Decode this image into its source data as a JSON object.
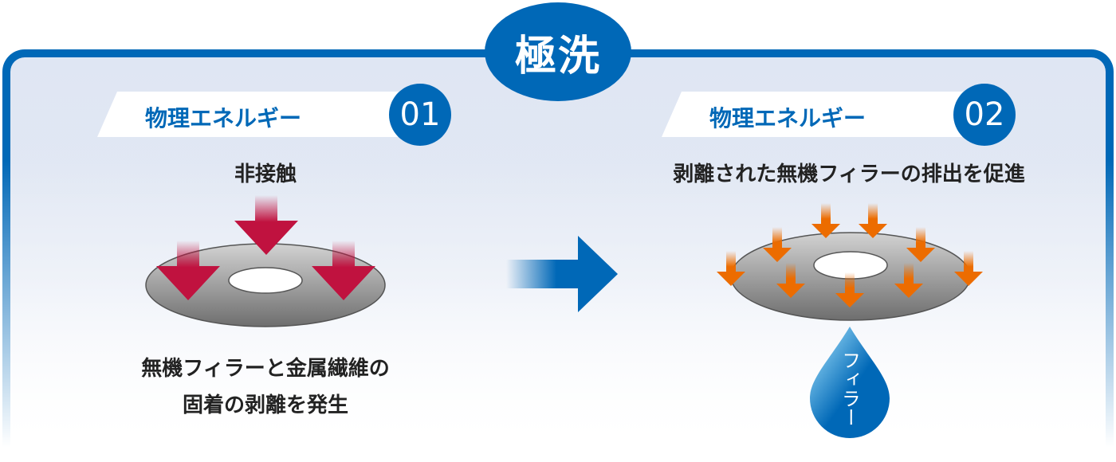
{
  "badge": "極洗",
  "step1": {
    "title": "物理エネルギー",
    "number": "01",
    "caption": "非接触",
    "description_line1": "無機フィラーと金属繊維の",
    "description_line2": "固着の剥離を発生"
  },
  "step2": {
    "title": "物理エネルギー",
    "number": "02",
    "caption": "剥離された無機フィラーの排出を促進",
    "drop_label": "フィラー"
  },
  "colors": {
    "brand": "#0068b7",
    "red_arrow": "#c0123f",
    "orange_arrow": "#ec6c00"
  }
}
